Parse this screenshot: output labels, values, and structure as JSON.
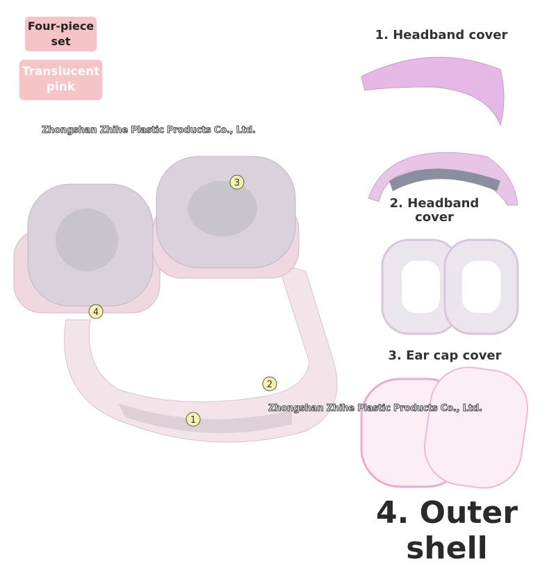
{
  "badges": {
    "four_piece": "Four-piece set",
    "color": "Translucent pink"
  },
  "watermark": "Zhongshan Zhihe Plastic Products Co., Ltd.",
  "labels": {
    "part1": "1. Headband cover",
    "part2": "2. Headband cover",
    "part3": "3. Ear cap cover",
    "part4": "4. Outer shell"
  },
  "markers": [
    "1",
    "2",
    "3",
    "4"
  ],
  "colors": {
    "badge": "#f6c4c6",
    "product_pink": "#e8b8d8"
  }
}
